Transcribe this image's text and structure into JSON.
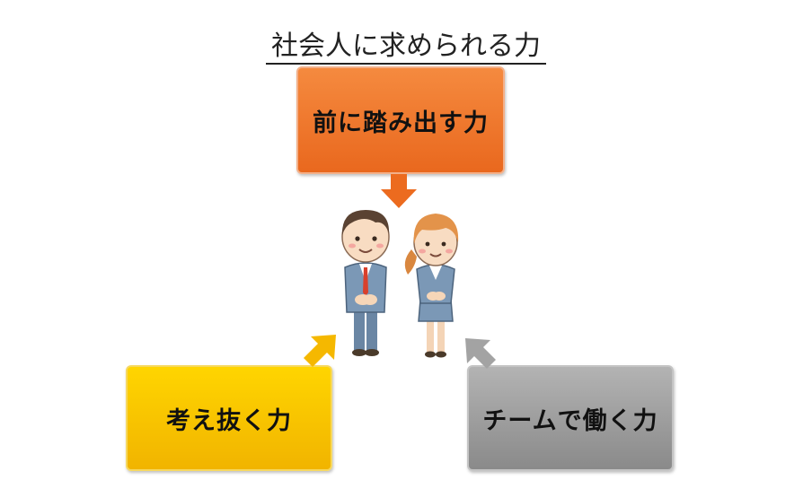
{
  "title": "社会人に求められる力",
  "boxes": {
    "top": "前に踏み出す力",
    "left": "考え抜く力",
    "right": "チームで働く力"
  },
  "colors": {
    "top": "#ed742b",
    "left": "#f7c600",
    "right": "#9e9e9e"
  }
}
